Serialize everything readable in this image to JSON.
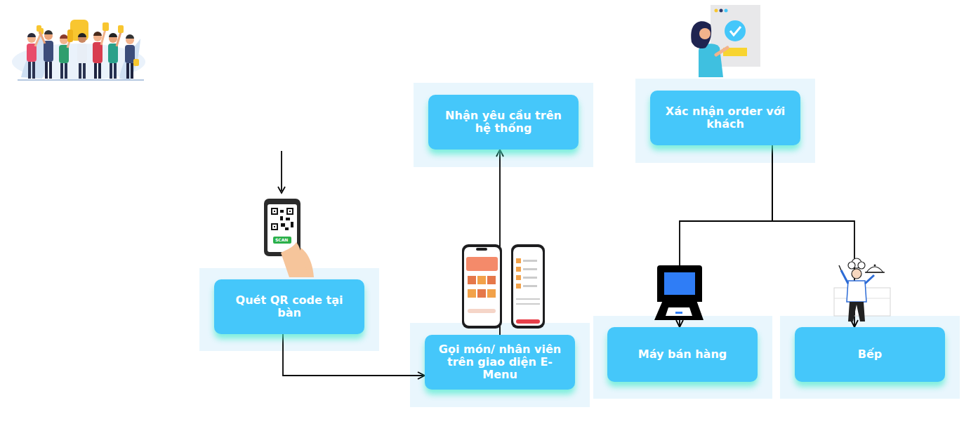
{
  "diagram": {
    "nodes": [
      {
        "text": [
          "Quét QR code tại bàn"
        ]
      },
      {
        "text": [
          "Gọi món/ nhân viên trên giao diện E-Menu"
        ]
      },
      {
        "text": [
          "Nhận yêu cầu trên hệ thống"
        ]
      },
      {
        "text": [
          "Xác nhận order với khách"
        ]
      },
      {
        "text": [
          "Máy bán hàng"
        ]
      },
      {
        "text": [
          "Bếp"
        ]
      }
    ],
    "edges": [
      {
        "from": 0,
        "to": 1,
        "arrow": "to"
      },
      {
        "from": 1,
        "to": 2,
        "arrow": "to"
      },
      {
        "from": 3,
        "to": 4,
        "arrow": "to"
      },
      {
        "from": 3,
        "to": 5,
        "arrow": "to"
      }
    ],
    "labels": [
      "SCAN"
    ]
  }
}
